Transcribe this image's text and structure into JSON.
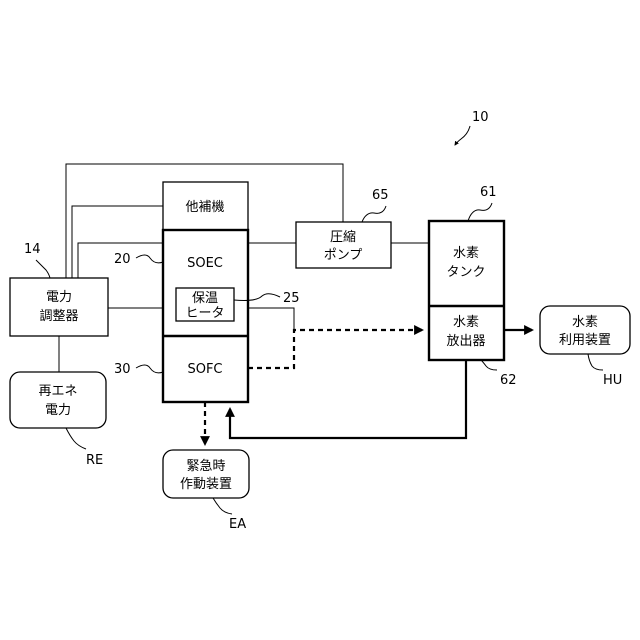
{
  "system_ref": "10",
  "blocks": {
    "power_adjuster": {
      "line1": "電力",
      "line2": "調整器",
      "ref": "14"
    },
    "renewable": {
      "line1": "再エネ",
      "line2": "電力",
      "ref": "RE"
    },
    "auxiliary": {
      "label": "他補機"
    },
    "soec": {
      "label": "SOEC",
      "ref": "20"
    },
    "heater": {
      "line1": "保温",
      "line2": "ヒータ",
      "ref": "25"
    },
    "sofc": {
      "label": "SOFC",
      "ref": "30"
    },
    "emergency": {
      "line1": "緊急時",
      "line2": "作動装置",
      "ref": "EA"
    },
    "compressor": {
      "line1": "圧縮",
      "line2": "ポンプ",
      "ref": "65"
    },
    "tank": {
      "line1": "水素",
      "line2": "タンク",
      "ref": "61"
    },
    "discharger": {
      "line1": "水素",
      "line2": "放出器",
      "ref": "62"
    },
    "utilization": {
      "line1": "水素",
      "line2": "利用装置",
      "ref": "HU"
    }
  }
}
